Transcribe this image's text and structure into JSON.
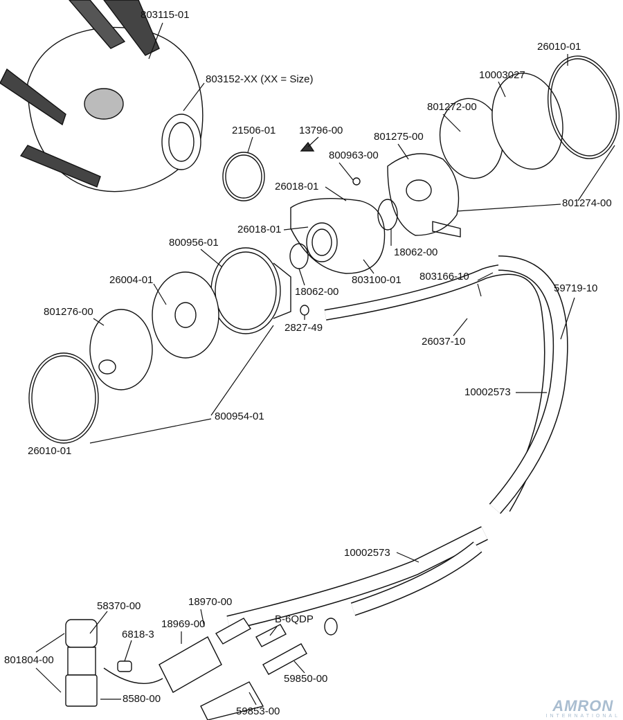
{
  "callouts": [
    "803115-01",
    "803152-XX (XX = Size)",
    "26010-01",
    "10003027",
    "801272-00",
    "21506-01",
    "13796-00",
    "801275-00",
    "800963-00",
    "26018-01",
    "801274-00",
    "26018-01",
    "800956-01",
    "18062-00",
    "26004-01",
    "18062-00",
    "803100-01",
    "803166-10",
    "59719-10",
    "801276-00",
    "2827-49",
    "26037-10",
    "10002573",
    "800954-01",
    "26010-01",
    "10002573",
    "58370-00",
    "18970-00",
    "18969-00",
    "B-6QDP",
    "6818-3",
    "801804-00",
    "59850-00",
    "8580-00",
    "59853-00"
  ],
  "logo": {
    "name": "AMRON",
    "sub": "INTERNATIONAL",
    "color": "#a9bdd0"
  }
}
